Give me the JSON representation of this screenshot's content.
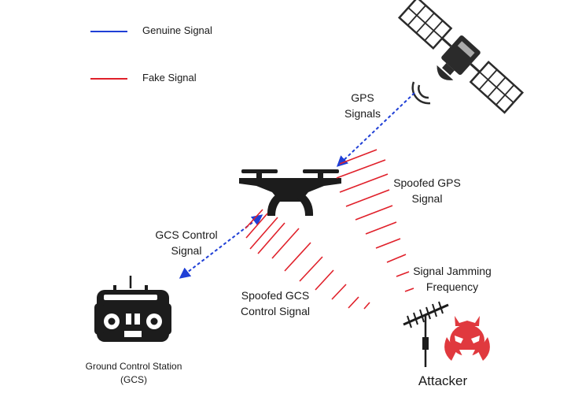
{
  "legend": {
    "genuine": {
      "label": "Genuine Signal",
      "color": "#1f3fd6"
    },
    "fake": {
      "label": "Fake Signal",
      "color": "#e0202a"
    }
  },
  "labels": {
    "gps_signals": [
      "GPS",
      "Signals"
    ],
    "spoofed_gps": [
      "Spoofed GPS",
      "Signal"
    ],
    "gcs_control": [
      "GCS Control",
      "Signal"
    ],
    "spoofed_gcs": [
      "Spoofed GCS",
      "Control Signal"
    ],
    "jamming": [
      "Signal Jamming",
      "Frequency"
    ],
    "gcs_station": [
      "Ground Control Station",
      "(GCS)"
    ],
    "attacker": "Attacker"
  },
  "icons": [
    "satellite-icon",
    "drone-icon",
    "remote-controller-icon",
    "antenna-icon",
    "attacker-icon"
  ]
}
